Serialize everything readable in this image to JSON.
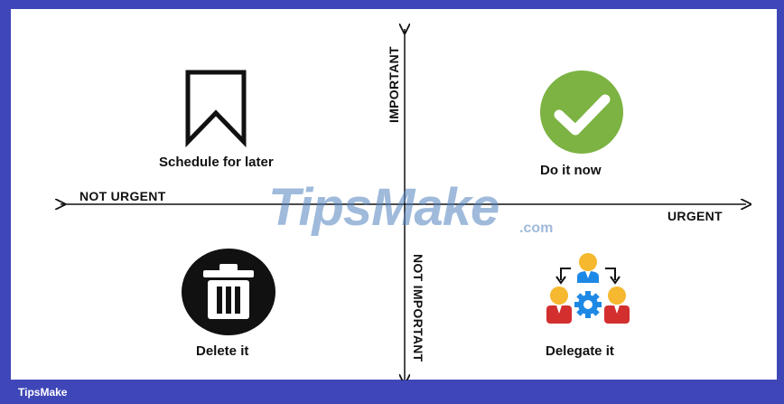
{
  "axes": {
    "x_left_label": "NOT URGENT",
    "x_right_label": "URGENT",
    "y_top_label": "IMPORTANT",
    "y_bottom_label": "NOT IMPORTANT"
  },
  "quadrants": {
    "top_left": {
      "label": "Schedule for later",
      "icon": "bookmark-icon"
    },
    "top_right": {
      "label": "Do it now",
      "icon": "checkmark-icon"
    },
    "bottom_left": {
      "label": "Delete it",
      "icon": "trash-icon"
    },
    "bottom_right": {
      "label": "Delegate it",
      "icon": "delegate-people-icon"
    }
  },
  "watermark": {
    "text": "TipsMake",
    "suffix": ".com"
  },
  "footer": {
    "brand": "TipsMake"
  },
  "colors": {
    "frame": "#3f47b8",
    "check_green": "#7cb342",
    "person_yellow": "#f5b82e",
    "person_red": "#d32f2f",
    "person_blue": "#1e88e5",
    "gear_blue": "#1e88e5"
  }
}
